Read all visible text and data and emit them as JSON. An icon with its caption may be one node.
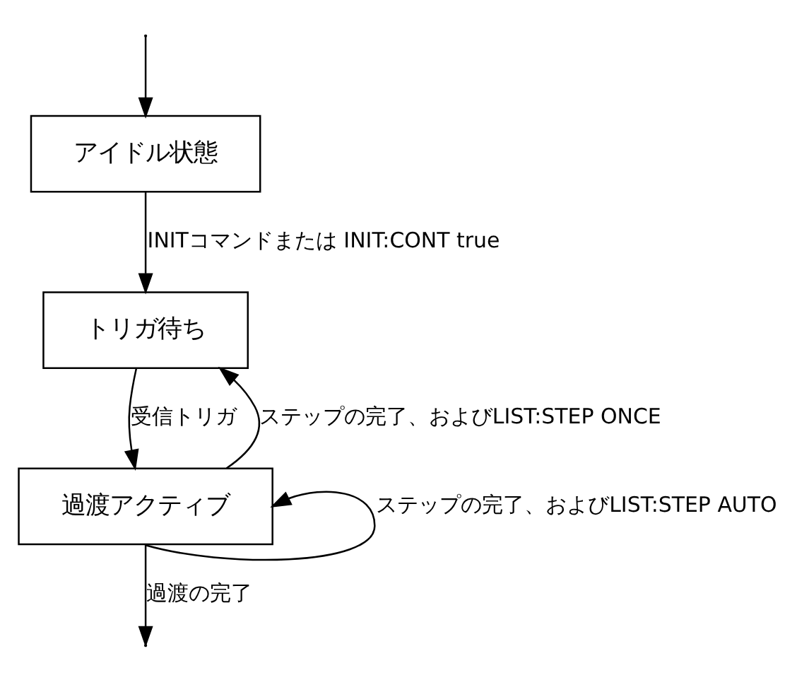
{
  "diagram": {
    "nodes": [
      {
        "text": [
          "アイドル状態"
        ]
      },
      {
        "text": [
          "トリガ待ち"
        ]
      },
      {
        "text": [
          "過渡アクティブ"
        ]
      }
    ],
    "edges": [
      {
        "from": 0,
        "to": 1,
        "arrow": "to",
        "label": "INITコマンドまたは INIT:CONT true"
      },
      {
        "from": 1,
        "to": 2,
        "arrow": "to",
        "label": "受信トリガ"
      },
      {
        "from": 2,
        "to": 1,
        "arrow": "to",
        "label": "ステップの完了、およびLIST:STEP ONCE"
      },
      {
        "from": 2,
        "to": 2,
        "arrow": "to",
        "label": "ステップの完了、およびLIST:STEP AUTO"
      },
      {
        "from": 2,
        "to": null,
        "arrow": "to",
        "label": "過渡の完了"
      },
      {
        "from": null,
        "to": 0,
        "arrow": "to"
      }
    ]
  }
}
